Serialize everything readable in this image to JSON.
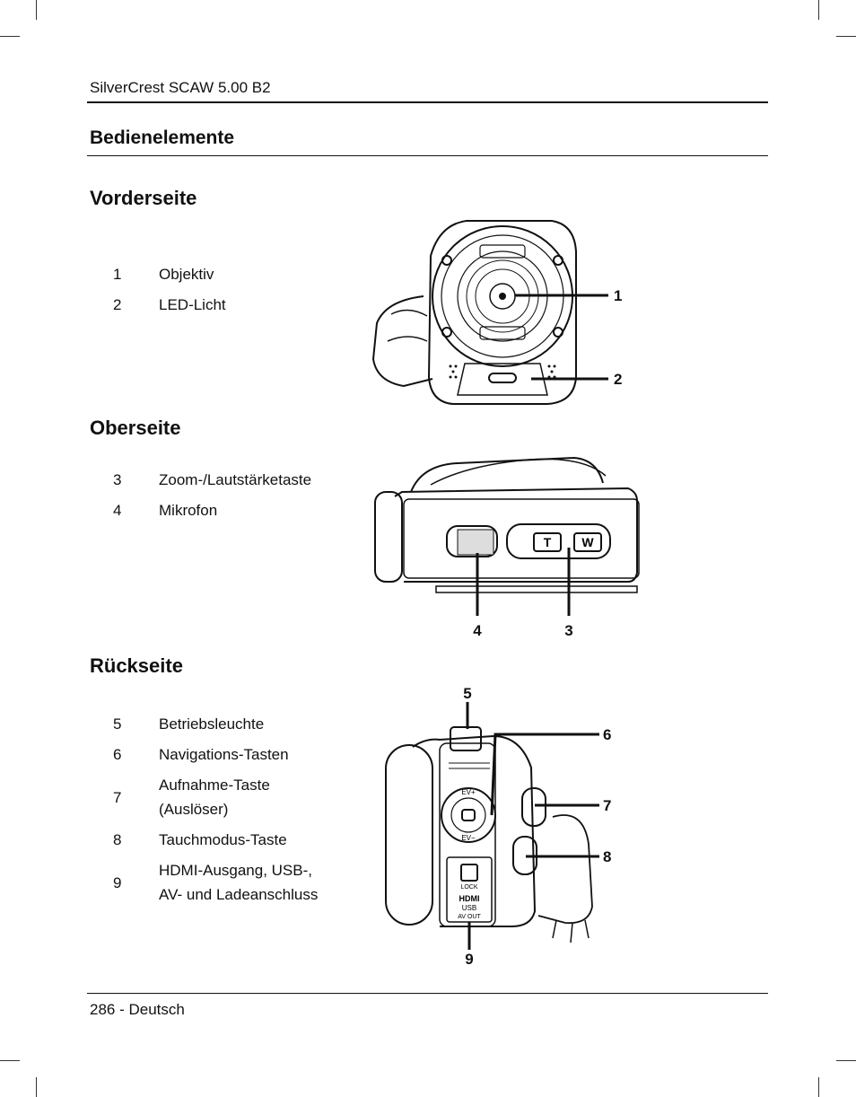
{
  "header": {
    "product": "SilverCrest SCAW 5.00 B2"
  },
  "main_heading": "Bedienelemente",
  "sections": [
    {
      "title": "Vorderseite",
      "items": [
        {
          "num": "1",
          "label": "Objektiv"
        },
        {
          "num": "2",
          "label": "LED-Licht"
        }
      ]
    },
    {
      "title": "Oberseite",
      "items": [
        {
          "num": "3",
          "label": "Zoom-/Lautstärketaste"
        },
        {
          "num": "4",
          "label": "Mikrofon"
        }
      ]
    },
    {
      "title": "Rückseite",
      "items": [
        {
          "num": "5",
          "label": "Betriebsleuchte"
        },
        {
          "num": "6",
          "label": "Navigations-Tasten"
        },
        {
          "num": "7",
          "label": "Aufnahme-Taste (Auslöser)"
        },
        {
          "num": "8",
          "label": "Tauchmodus-Taste"
        },
        {
          "num": "9",
          "label": "HDMI-Ausgang, USB-, AV- und Ladeanschluss"
        }
      ]
    }
  ],
  "figure_labels": {
    "front": [
      "1",
      "2"
    ],
    "top": [
      "4",
      "3"
    ],
    "back": [
      "5",
      "6",
      "7",
      "8",
      "9"
    ],
    "zoom_buttons": [
      "T",
      "W"
    ],
    "back_panel": [
      "EV+",
      "EV−",
      "LOCK",
      "HDMI",
      "USB",
      "AV OUT"
    ]
  },
  "footer": {
    "page": "286 - Deutsch"
  }
}
